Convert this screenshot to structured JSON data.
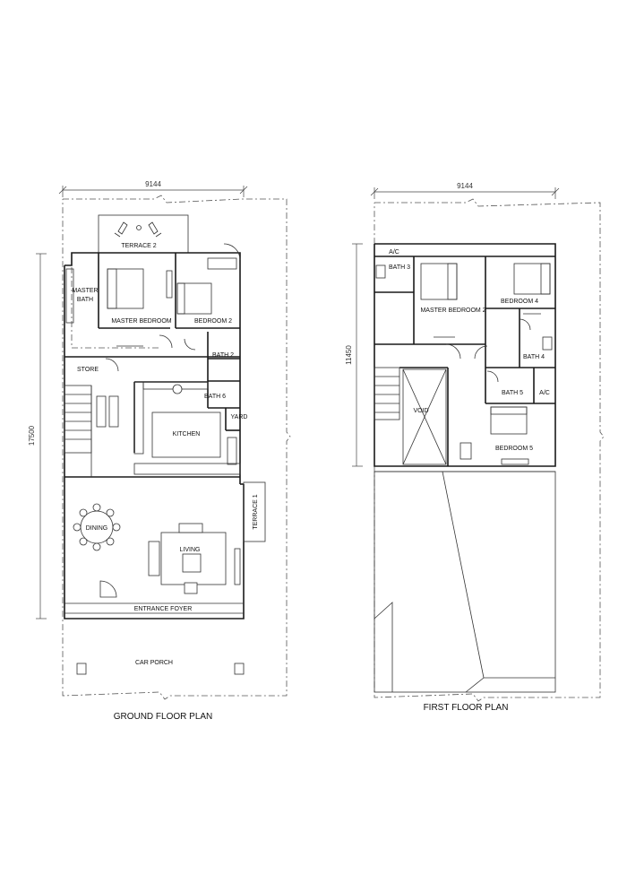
{
  "ground_floor": {
    "title": "GROUND FLOOR PLAN",
    "dim_width": "9144",
    "dim_depth": "17500",
    "rooms": {
      "terrace2": "TERRACE 2",
      "master_bath": "MASTER",
      "master_bath_2": "BATH",
      "master_bedroom": "MASTER BEDROOM",
      "bedroom2": "BEDROOM 2",
      "bath2": "BATH 2",
      "store": "STORE",
      "bath6": "BATH 6",
      "yard": "YARD",
      "kitchen": "KITCHEN",
      "dining": "DINING",
      "living": "LIVING",
      "terrace1": "TERRACE 1",
      "entrance_foyer": "ENTRANCE FOYER",
      "car_porch": "CAR PORCH"
    }
  },
  "first_floor": {
    "title": "FIRST FLOOR PLAN",
    "dim_width": "9144",
    "dim_depth": "11450",
    "rooms": {
      "ac1": "A/C",
      "bath3": "BATH 3",
      "master_bedroom2": "MASTER BEDROOM 2",
      "bedroom4": "BEDROOM 4",
      "bath4": "BATH 4",
      "void": "VOID",
      "bath5": "BATH 5",
      "ac2": "A/C",
      "bedroom5": "BEDROOM 5"
    }
  }
}
